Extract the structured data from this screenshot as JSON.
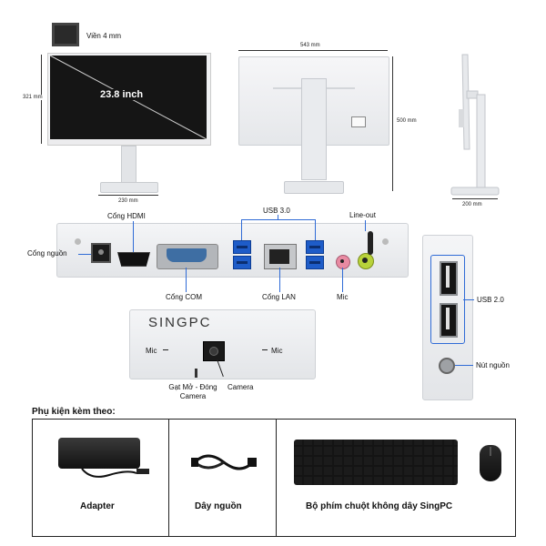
{
  "bezel": {
    "label": "Viền 4 mm"
  },
  "front_view": {
    "screen_size": "23.8 inch",
    "height_dim": "321 mm",
    "base_width_dim": "230 mm"
  },
  "back_view": {
    "width_dim": "543 mm",
    "height_dim": "500 mm"
  },
  "side_view": {
    "base_depth_dim": "200 mm"
  },
  "ports": {
    "hdmi": "Cổng HDMI",
    "power": "Cổng nguồn",
    "com": "Cổng COM",
    "usb3": "USB 3.0",
    "lan": "Cổng LAN",
    "line_out": "Line-out",
    "mic": "Mic",
    "usb2": "USB 2.0",
    "power_button": "Nút nguồn"
  },
  "camera_module": {
    "brand": "SINGPC",
    "mic_left": "Mic",
    "mic_right": "Mic",
    "shutter": "Gạt Mở - Đóng Camera",
    "camera": "Camera"
  },
  "accessories": {
    "title": "Phụ kiện kèm theo:",
    "items": [
      {
        "label": "Adapter"
      },
      {
        "label": "Dây nguồn"
      },
      {
        "label": "Bộ phím chuột không dây SingPC"
      }
    ]
  },
  "colors": {
    "usb3_port": "#1e5cc8",
    "callout_line": "#2f6bd6",
    "mic_jack": "#e88aa2",
    "line_out_jack": "#b8d23a"
  }
}
